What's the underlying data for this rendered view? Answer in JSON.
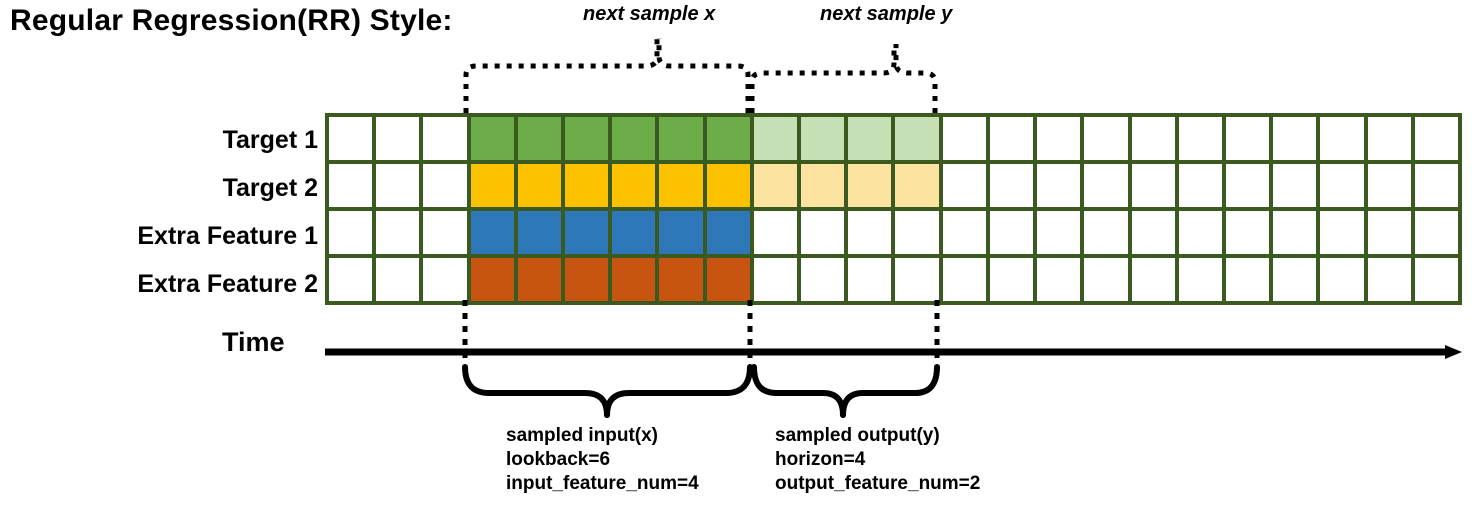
{
  "title": "Regular Regression(RR) Style:",
  "rows": [
    {
      "label": "Target 1",
      "fill": "c-green",
      "light": "c-lgreen"
    },
    {
      "label": "Target 2",
      "fill": "c-yellow",
      "light": "c-lyellow"
    },
    {
      "label": "Extra Feature 1",
      "fill": "c-blue",
      "light": ""
    },
    {
      "label": "Extra Feature 2",
      "fill": "c-orange",
      "light": ""
    }
  ],
  "grid": {
    "total_columns": 24,
    "blank_lead_columns": 3,
    "input_start_col": 3,
    "input_columns": 6,
    "output_start_col": 9,
    "output_columns": 4
  },
  "axis": {
    "label": "Time",
    "arrow": "right-arrow-icon"
  },
  "top_annotations": [
    {
      "text": "next sample x"
    },
    {
      "text": "next sample y"
    }
  ],
  "bottom_annotations": [
    {
      "line1": "sampled input(x)",
      "line2": "lookback=6",
      "line3": "input_feature_num=4"
    },
    {
      "line1": "sampled output(y)",
      "line2": "horizon=4",
      "line3": "output_feature_num=2"
    }
  ],
  "colors": {
    "border": "#3b5a20",
    "green": "#6cad4a",
    "light_green": "#c6dfb4",
    "yellow": "#fcc200",
    "light_yellow": "#fde3a0",
    "blue": "#2e77b8",
    "orange": "#c75511",
    "ink": "#000000"
  }
}
